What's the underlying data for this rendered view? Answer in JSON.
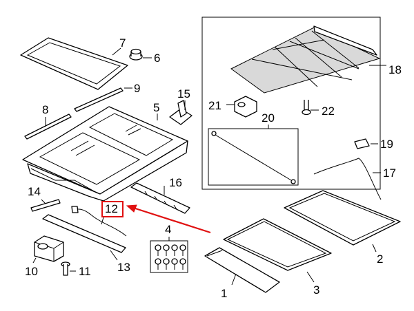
{
  "callouts": {
    "p1": "1",
    "p2": "2",
    "p3": "3",
    "p4": "4",
    "p5": "5",
    "p6": "6",
    "p7": "7",
    "p8": "8",
    "p9": "9",
    "p10": "10",
    "p11": "11",
    "p12": "12",
    "p13": "13",
    "p14": "14",
    "p15": "15",
    "p16": "16",
    "p17": "17",
    "p18": "18",
    "p19": "19",
    "p20": "20",
    "p21": "21",
    "p22": "22"
  },
  "highlight": {
    "part": "12",
    "color": "#e01010"
  }
}
